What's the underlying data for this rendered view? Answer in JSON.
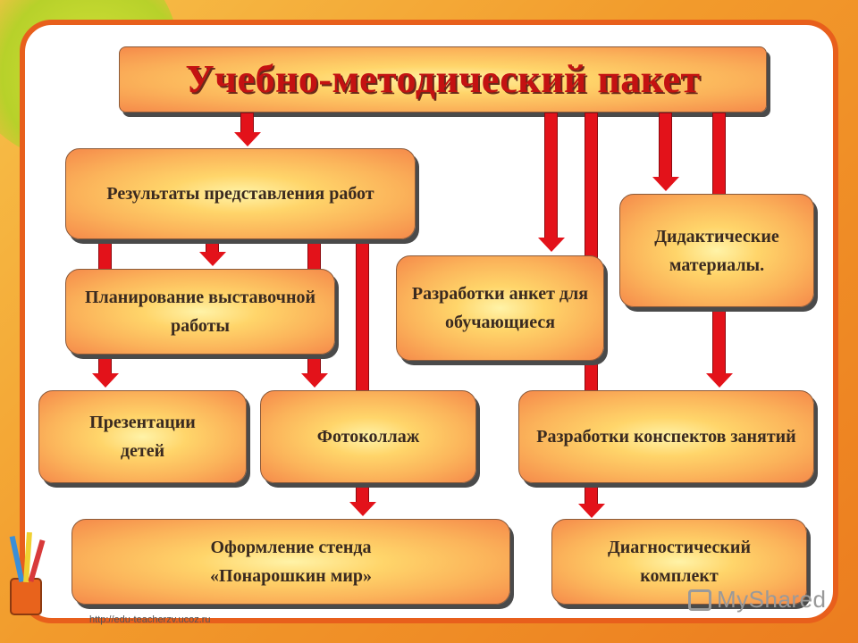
{
  "title": "Учебно-методический пакет",
  "boxes": {
    "results": "Результаты представления работ",
    "planning": "Планирование выставочной работы",
    "surveys": "Разработки анкет для обучающиеся",
    "didactic": "Дидактические материалы.",
    "presentations": "Презентации детей",
    "photocollage": "Фотоколлаж",
    "lesson_notes": "Разработки конспектов занятий",
    "stand": "Оформление стенда «Понарошкин мир»",
    "diagnostic": "Диагностический комплект"
  },
  "footer": {
    "url": "http://edu-teacherzv.ucoz.ru"
  },
  "watermark": {
    "text": "MyShared"
  },
  "colors": {
    "title": "#c41212",
    "arrow": "#e3121a",
    "frame": "#e85f1c",
    "box_center": "#fff3a8",
    "box_edge": "#f58a4a"
  }
}
